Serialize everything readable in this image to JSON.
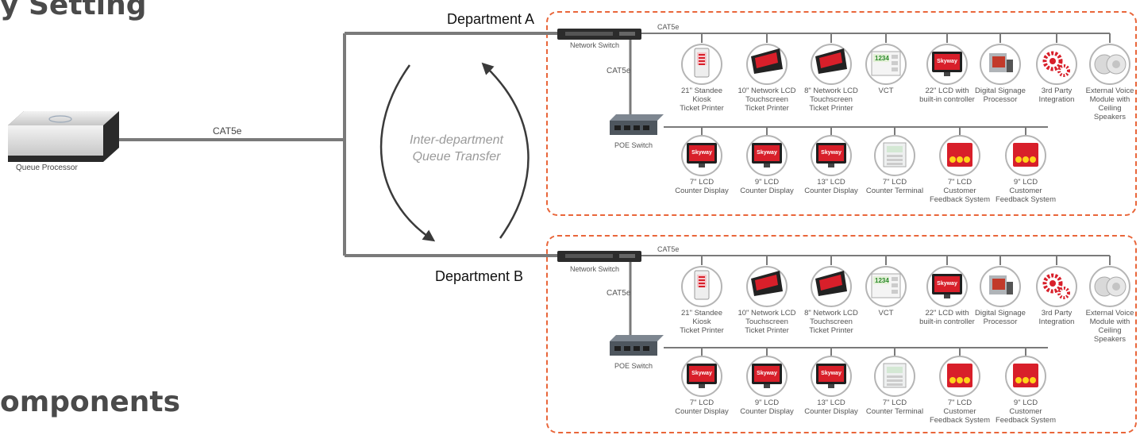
{
  "headings": {
    "top": "y Setting",
    "bottom": "omponents"
  },
  "cable": "CAT5e",
  "queue_processor": "Queue Processor",
  "transfer": {
    "line1": "Inter-department",
    "line2": "Queue Transfer"
  },
  "departments": [
    {
      "name": "Department A"
    },
    {
      "name": "Department B"
    }
  ],
  "network_switch": "Network Switch",
  "poe_switch": "POE Switch",
  "top_devices": [
    {
      "label": "21\" Standee\nKiosk\nTicket Printer",
      "icon": "kiosk-icon"
    },
    {
      "label": "10\" Network LCD\nTouchscreen\nTicket Printer",
      "icon": "touchscreen-printer-icon"
    },
    {
      "label": "8\" Network LCD\nTouchscreen\nTicket Printer",
      "icon": "touchscreen-printer-icon"
    },
    {
      "label": "VCT",
      "icon": "vct-icon"
    },
    {
      "label": "22\" LCD with\nbuilt-in controller",
      "icon": "lcd-display-icon"
    },
    {
      "label": "Digital Signage\nProcessor",
      "icon": "signage-processor-icon"
    },
    {
      "label": "3rd Party\nIntegration",
      "icon": "gears-icon"
    },
    {
      "label": "External Voice\nModule with\nCeiling\nSpeakers",
      "icon": "speaker-icon"
    }
  ],
  "bottom_devices": [
    {
      "label": "7\" LCD\nCounter Display",
      "icon": "counter-display-icon"
    },
    {
      "label": "9\" LCD\nCounter Display",
      "icon": "counter-display-icon"
    },
    {
      "label": "13\" LCD\nCounter Display",
      "icon": "counter-display-icon"
    },
    {
      "label": "7\" LCD\nCounter Terminal",
      "icon": "counter-terminal-icon"
    },
    {
      "label": "7\" LCD\nCustomer\nFeedback System",
      "icon": "feedback-icon"
    },
    {
      "label": "9\" LCD\nCustomer\nFeedback System",
      "icon": "feedback-icon"
    }
  ],
  "brand_text": "Skyway",
  "ticket_number": "1234",
  "colors": {
    "zone_border": "#e9663a",
    "cable": "#7a7a7a",
    "accent_red": "#d81f2a"
  }
}
